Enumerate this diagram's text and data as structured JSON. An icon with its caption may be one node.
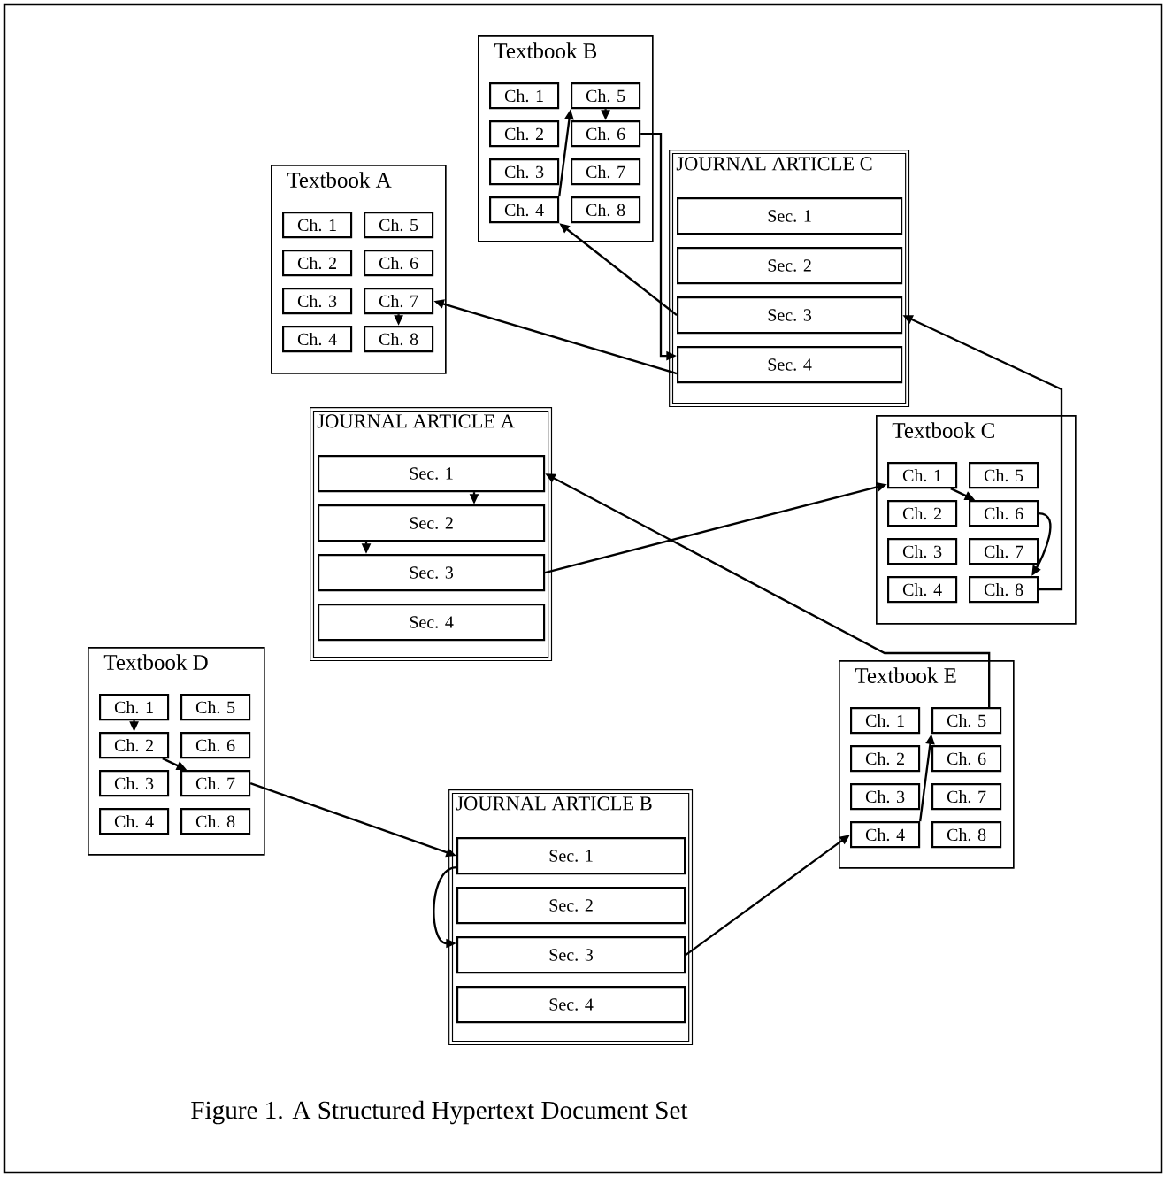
{
  "diagram": {
    "caption": "Figure 1.  A Structured Hypertext Document Set",
    "nodes": [
      {
        "text": [
          "Textbook B"
        ]
      },
      {
        "text": [
          "Ch. 1"
        ],
        "in": 0
      },
      {
        "text": [
          "Ch. 2"
        ],
        "in": 0
      },
      {
        "text": [
          "Ch. 3"
        ],
        "in": 0
      },
      {
        "text": [
          "Ch. 4"
        ],
        "in": 0
      },
      {
        "text": [
          "Ch. 5"
        ],
        "in": 0
      },
      {
        "text": [
          "Ch. 6"
        ],
        "in": 0
      },
      {
        "text": [
          "Ch. 7"
        ],
        "in": 0
      },
      {
        "text": [
          "Ch. 8"
        ],
        "in": 0
      },
      {
        "text": [
          "Textbook A"
        ]
      },
      {
        "text": [
          "Ch. 1"
        ],
        "in": 9
      },
      {
        "text": [
          "Ch. 2"
        ],
        "in": 9
      },
      {
        "text": [
          "Ch. 3"
        ],
        "in": 9
      },
      {
        "text": [
          "Ch. 4"
        ],
        "in": 9
      },
      {
        "text": [
          "Ch. 5"
        ],
        "in": 9
      },
      {
        "text": [
          "Ch. 6"
        ],
        "in": 9
      },
      {
        "text": [
          "Ch. 7"
        ],
        "in": 9
      },
      {
        "text": [
          "Ch. 8"
        ],
        "in": 9
      },
      {
        "text": [
          "JOURNAL ARTICLE C"
        ]
      },
      {
        "text": [
          "Sec. 1"
        ],
        "in": 18
      },
      {
        "text": [
          "Sec. 2"
        ],
        "in": 18
      },
      {
        "text": [
          "Sec. 3"
        ],
        "in": 18
      },
      {
        "text": [
          "Sec. 4"
        ],
        "in": 18
      },
      {
        "text": [
          "JOURNAL ARTICLE A"
        ]
      },
      {
        "text": [
          "Sec. 1"
        ],
        "in": 23
      },
      {
        "text": [
          "Sec. 2"
        ],
        "in": 23
      },
      {
        "text": [
          "Sec. 3"
        ],
        "in": 23
      },
      {
        "text": [
          "Sec. 4"
        ],
        "in": 23
      },
      {
        "text": [
          "Textbook C"
        ]
      },
      {
        "text": [
          "Ch. 1"
        ],
        "in": 28
      },
      {
        "text": [
          "Ch. 2"
        ],
        "in": 28
      },
      {
        "text": [
          "Ch. 3"
        ],
        "in": 28
      },
      {
        "text": [
          "Ch. 4"
        ],
        "in": 28
      },
      {
        "text": [
          "Ch. 5"
        ],
        "in": 28
      },
      {
        "text": [
          "Ch. 6"
        ],
        "in": 28
      },
      {
        "text": [
          "Ch. 7"
        ],
        "in": 28
      },
      {
        "text": [
          "Ch. 8"
        ],
        "in": 28
      },
      {
        "text": [
          "Textbook D"
        ]
      },
      {
        "text": [
          "Ch. 1"
        ],
        "in": 37
      },
      {
        "text": [
          "Ch. 2"
        ],
        "in": 37
      },
      {
        "text": [
          "Ch. 3"
        ],
        "in": 37
      },
      {
        "text": [
          "Ch. 4"
        ],
        "in": 37
      },
      {
        "text": [
          "Ch. 5"
        ],
        "in": 37
      },
      {
        "text": [
          "Ch. 6"
        ],
        "in": 37
      },
      {
        "text": [
          "Ch. 7"
        ],
        "in": 37
      },
      {
        "text": [
          "Ch. 8"
        ],
        "in": 37
      },
      {
        "text": [
          "Textbook E"
        ]
      },
      {
        "text": [
          "Ch. 1"
        ],
        "in": 46
      },
      {
        "text": [
          "Ch. 2"
        ],
        "in": 46
      },
      {
        "text": [
          "Ch. 3"
        ],
        "in": 46
      },
      {
        "text": [
          "Ch. 4"
        ],
        "in": 46
      },
      {
        "text": [
          "Ch. 5"
        ],
        "in": 46
      },
      {
        "text": [
          "Ch. 6"
        ],
        "in": 46
      },
      {
        "text": [
          "Ch. 7"
        ],
        "in": 46
      },
      {
        "text": [
          "Ch. 8"
        ],
        "in": 46
      },
      {
        "text": [
          "JOURNAL ARTICLE B"
        ]
      },
      {
        "text": [
          "Sec. 1"
        ],
        "in": 55
      },
      {
        "text": [
          "Sec. 2"
        ],
        "in": 55
      },
      {
        "text": [
          "Sec. 3"
        ],
        "in": 55
      },
      {
        "text": [
          "Sec. 4"
        ],
        "in": 55
      }
    ],
    "edges": [
      {
        "from": 4,
        "to": 5,
        "arrow": "to"
      },
      {
        "from": 5,
        "to": 6,
        "arrow": "to"
      },
      {
        "from": 6,
        "to": 22,
        "arrow": "to"
      },
      {
        "from": 21,
        "to": 4,
        "arrow": "to"
      },
      {
        "from": 22,
        "to": 16,
        "arrow": "to"
      },
      {
        "from": 16,
        "to": 17,
        "arrow": "to"
      },
      {
        "from": 36,
        "to": 21,
        "arrow": "to"
      },
      {
        "from": 26,
        "to": 29,
        "arrow": "to"
      },
      {
        "from": 29,
        "to": 34,
        "arrow": "to"
      },
      {
        "from": 34,
        "to": 36,
        "arrow": "to"
      },
      {
        "from": 24,
        "to": 25,
        "arrow": "to"
      },
      {
        "from": 25,
        "to": 26,
        "arrow": "to"
      },
      {
        "from": 51,
        "to": 24,
        "arrow": "to"
      },
      {
        "from": 38,
        "to": 39,
        "arrow": "to"
      },
      {
        "from": 39,
        "to": 44,
        "arrow": "to"
      },
      {
        "from": 44,
        "to": 56,
        "arrow": "to"
      },
      {
        "from": 56,
        "to": 58,
        "arrow": "to"
      },
      {
        "from": 58,
        "to": 50,
        "arrow": "to"
      },
      {
        "from": 50,
        "to": 51,
        "arrow": "to"
      }
    ]
  }
}
